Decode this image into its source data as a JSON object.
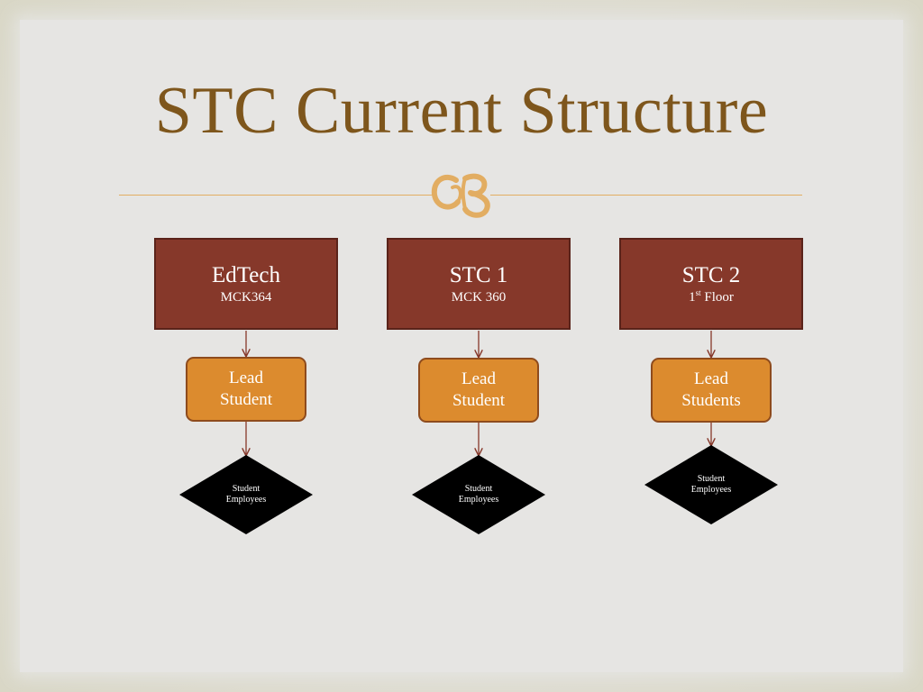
{
  "slide": {
    "title": "STC Current Structure",
    "colors": {
      "title": "#7e561c",
      "location_box": "#86382a",
      "lead_box": "#dc8b2e",
      "diamond": "#000000",
      "divider": "#e2ad62"
    },
    "flourish_icon": "flourish-ornament-icon"
  },
  "columns": [
    {
      "location": "EdTech",
      "room": "MCK364",
      "room_sup": "",
      "room_rest": "",
      "lead_line1": "Lead",
      "lead_line2": "Student",
      "staff_line1": "Student",
      "staff_line2": "Employees"
    },
    {
      "location": "STC 1",
      "room": "MCK 360",
      "room_sup": "",
      "room_rest": "",
      "lead_line1": "Lead",
      "lead_line2": "Student",
      "staff_line1": "Student",
      "staff_line2": "Employees"
    },
    {
      "location": "STC 2",
      "room": "1",
      "room_sup": "st",
      "room_rest": " Floor",
      "lead_line1": "Lead",
      "lead_line2": "Students",
      "staff_line1": "Student",
      "staff_line2": "Employees"
    }
  ]
}
